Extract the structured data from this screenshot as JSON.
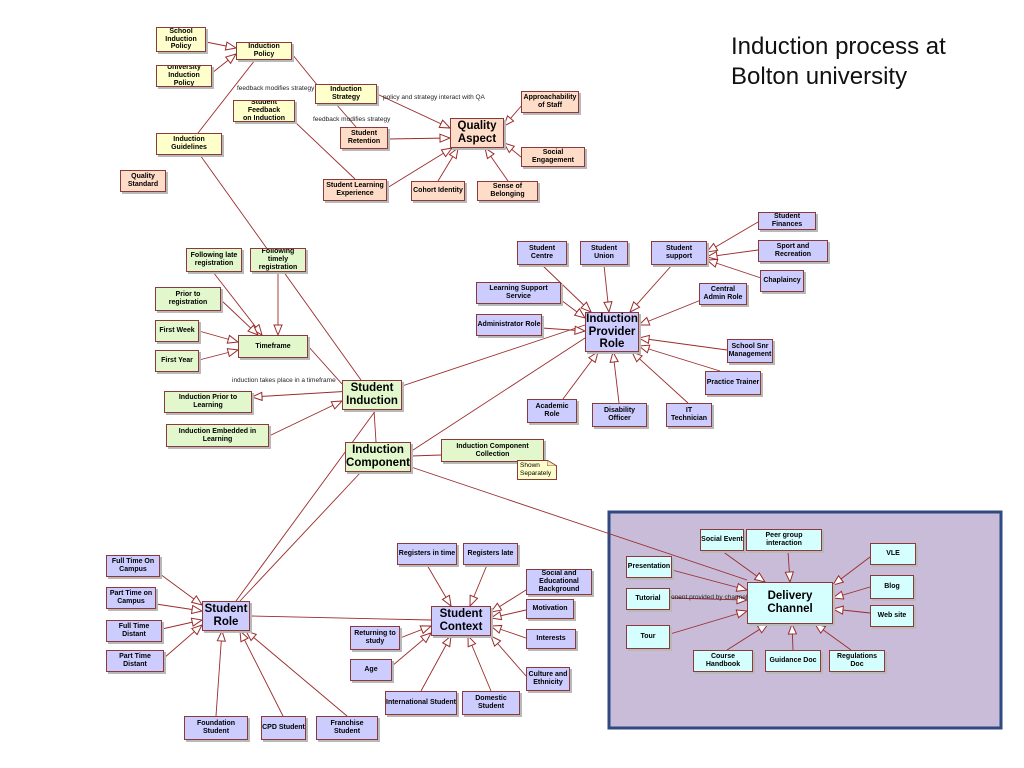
{
  "title": {
    "lines": [
      "Induction process at",
      "Bolton university"
    ]
  },
  "nodes": {
    "school_induction_policy": "School\nInduction\nPolicy",
    "induction_policy": "Induction Policy",
    "university_induction_policy": "University\nInduction Policy",
    "student_feedback": "Student Feedback\non Induction",
    "induction_strategy": "Induction Strategy",
    "approachability": "Approachability\nof Staff",
    "quality_aspect": "Quality\nAspect",
    "student_retention": "Student\nRetention",
    "social_engagement": "Social Engagement",
    "induction_guidelines": "Induction Guidelines",
    "quality_standard": "Quality\nStandard",
    "student_learning_experience": "Student Learning\nExperience",
    "cohort_identity": "Cohort Identity",
    "sense_of_belonging": "Sense of Belonging",
    "student_finances": "Student Finances",
    "student_centre": "Student Centre",
    "student_union": "Student Union",
    "student_support": "Student support",
    "sport_and_recreation": "Sport and Recreation",
    "chaplaincy": "Chaplaincy",
    "learning_support_service": "Learning Support Service",
    "central_admin_role": "Central\nAdmin Role",
    "administrator_role": "Administrator Role",
    "induction_provider_role": "Induction\nProvider\nRole",
    "school_snr_management": "School Snr\nManagement",
    "practice_trainer": "Practice Trainer",
    "academic_role": "Academic Role",
    "disability_officer": "Disability Officer",
    "it_technician": "IT Technician",
    "following_late_registration": "Following late\nregistration",
    "following_timely_registration": "Following timely\nregistration",
    "prior_to_registration": "Prior to registration",
    "first_week": "First Week",
    "timeframe": "Timeframe",
    "first_year": "First Year",
    "student_induction": "Student\nInduction",
    "induction_prior_to_learning": "Induction Prior to Learning",
    "induction_embedded_in_learning": "Induction Embedded in Learning",
    "induction_component": "Induction\nComponent",
    "induction_component_collection": "Induction Component Collection",
    "full_time_on_campus": "Full Time On\nCampus",
    "part_time_on_campus": "Part Time on\nCampus",
    "full_time_distant": "Full Time Distant",
    "part_time_distant": "Part Time Distant",
    "student_role": "Student\nRole",
    "foundation_student": "Foundation Student",
    "cpd_student": "CPD Student",
    "franchise_student": "Franchise Student",
    "registers_in_time": "Registers in time",
    "registers_late": "Registers late",
    "social_and_educational_background": "Social and\nEducational\nBackground",
    "motivation": "Motivation",
    "student_context": "Student\nContext",
    "returning_to_study": "Returning to\nstudy",
    "interests": "Interests",
    "age": "Age",
    "culture_and_ethnicity": "Culture and\nEthnicity",
    "international_student": "International Student",
    "domestic_student": "Domestic Student",
    "social_event": "Social Event",
    "peer_group_interaction": "Peer group interaction",
    "presentation": "Presentation",
    "vle": "VLE",
    "delivery_channel": "Delivery\nChannel",
    "blog": "Blog",
    "tutorial": "Tutorial",
    "web_site": "Web site",
    "tour": "Tour",
    "course_handbook": "Course Handbook",
    "guidance_doc": "Guidance Doc",
    "regulations_doc": "Regulations Doc"
  },
  "edge_labels": {
    "feedback_modifies_strategy_1": "feedback modifies strategy",
    "policy_and_strategy_interact": "policy and strategy interact with QA",
    "feedback_modifies_strategy_2": "feedback modifies strategy",
    "induction_takes_place": "induction takes place in a timeframe",
    "component_provided": "onent provided by channel"
  },
  "note": {
    "text": "Shown\nSeparately"
  },
  "colors": {
    "edge": "#9b2b2b",
    "yellow_fill": "#ffffcc",
    "orange_fill": "#ffdcc8",
    "green_fill": "#e2f8cc",
    "blue_fill": "#ccccff",
    "cyan_fill": "#d5ffff",
    "group_fill": "#c8bcd8",
    "group_border": "#2e4a80"
  }
}
